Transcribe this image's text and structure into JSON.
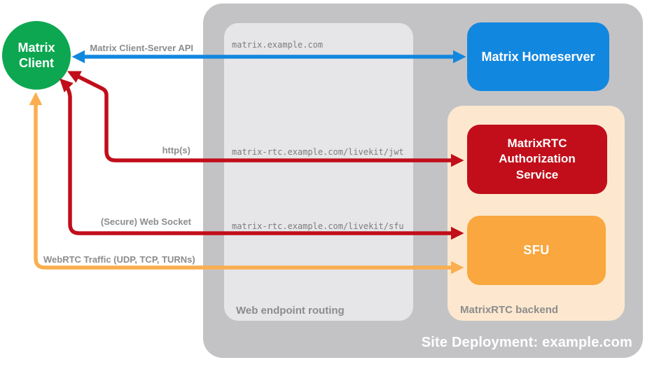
{
  "diagram": {
    "title": "Site Deployment: example.com",
    "colors": {
      "client_green": "#0ca750",
      "homeserver_blue": "#1287df",
      "auth_red": "#c10e1a",
      "sfu_orange": "#f9a73e",
      "webrtc_arrow_orange": "#fbae4f",
      "backend_peach": "#fde8cf",
      "site_container_gray": "#c3c3c6",
      "routing_box_gray": "#e6e6e8",
      "label_gray": "#8c8c8c"
    },
    "client": {
      "label": "Matrix Client"
    },
    "homeserver": {
      "label": "Matrix Homeserver"
    },
    "routing": {
      "label": "Web endpoint routing",
      "endpoints": {
        "homeserver": "matrix.example.com",
        "jwt": "matrix-rtc.example.com/livekit/jwt",
        "sfu": "matrix-rtc.example.com/livekit/sfu"
      }
    },
    "backend": {
      "label": "MatrixRTC backend",
      "auth_service": {
        "label": "MatrixRTC Authorization Service"
      },
      "sfu": {
        "label": "SFU"
      }
    },
    "connections": {
      "client_server_api": {
        "label": "Matrix Client-Server API",
        "direction": "bidirectional",
        "color": "#1287df"
      },
      "https": {
        "label": "http(s)",
        "direction": "bidirectional",
        "color": "#c10e1a"
      },
      "websocket": {
        "label": "(Secure) Web Socket",
        "direction": "bidirectional",
        "color": "#c10e1a"
      },
      "webrtc": {
        "label": "WebRTC Traffic (UDP, TCP, TURNs)",
        "direction": "bidirectional",
        "color": "#fbae4f"
      }
    }
  }
}
